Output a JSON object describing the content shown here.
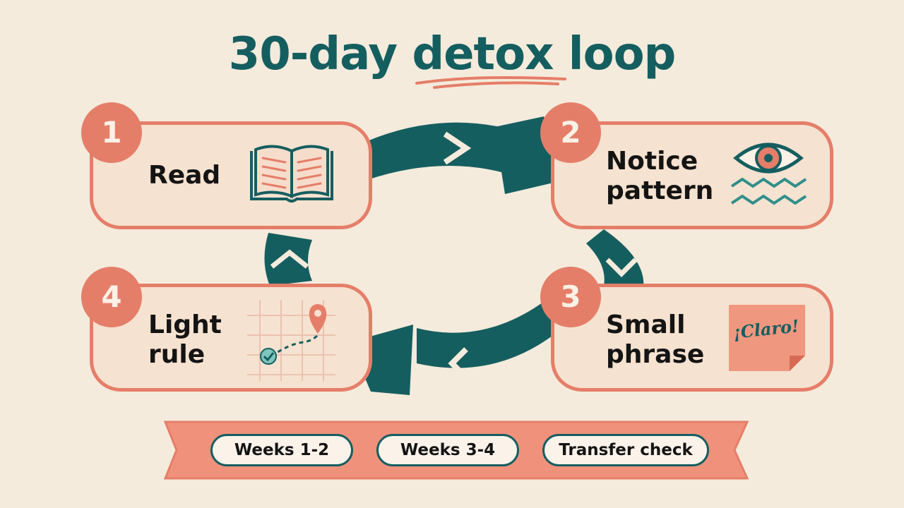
{
  "title": "30-day detox loop",
  "steps": [
    {
      "number": "1",
      "label": "Read",
      "icon": "open-book-icon"
    },
    {
      "number": "2",
      "label_line1": "Notice",
      "label_line2": "pattern",
      "icon": "eye-icon"
    },
    {
      "number": "3",
      "label_line1": "Small",
      "label_line2": "phrase",
      "icon": "sticky-note-icon",
      "note_text": "¡Claro!"
    },
    {
      "number": "4",
      "label_line1": "Light",
      "label_line2": "rule",
      "icon": "map-pin-icon"
    }
  ],
  "timeline": [
    "Weeks 1-2",
    "Weeks 3-4",
    "Transfer check"
  ],
  "colors": {
    "background": "#f4ebdc",
    "teal": "#155e60",
    "coral": "#e57e69",
    "card_fill": "#f6e2d0",
    "ink": "#141414"
  }
}
